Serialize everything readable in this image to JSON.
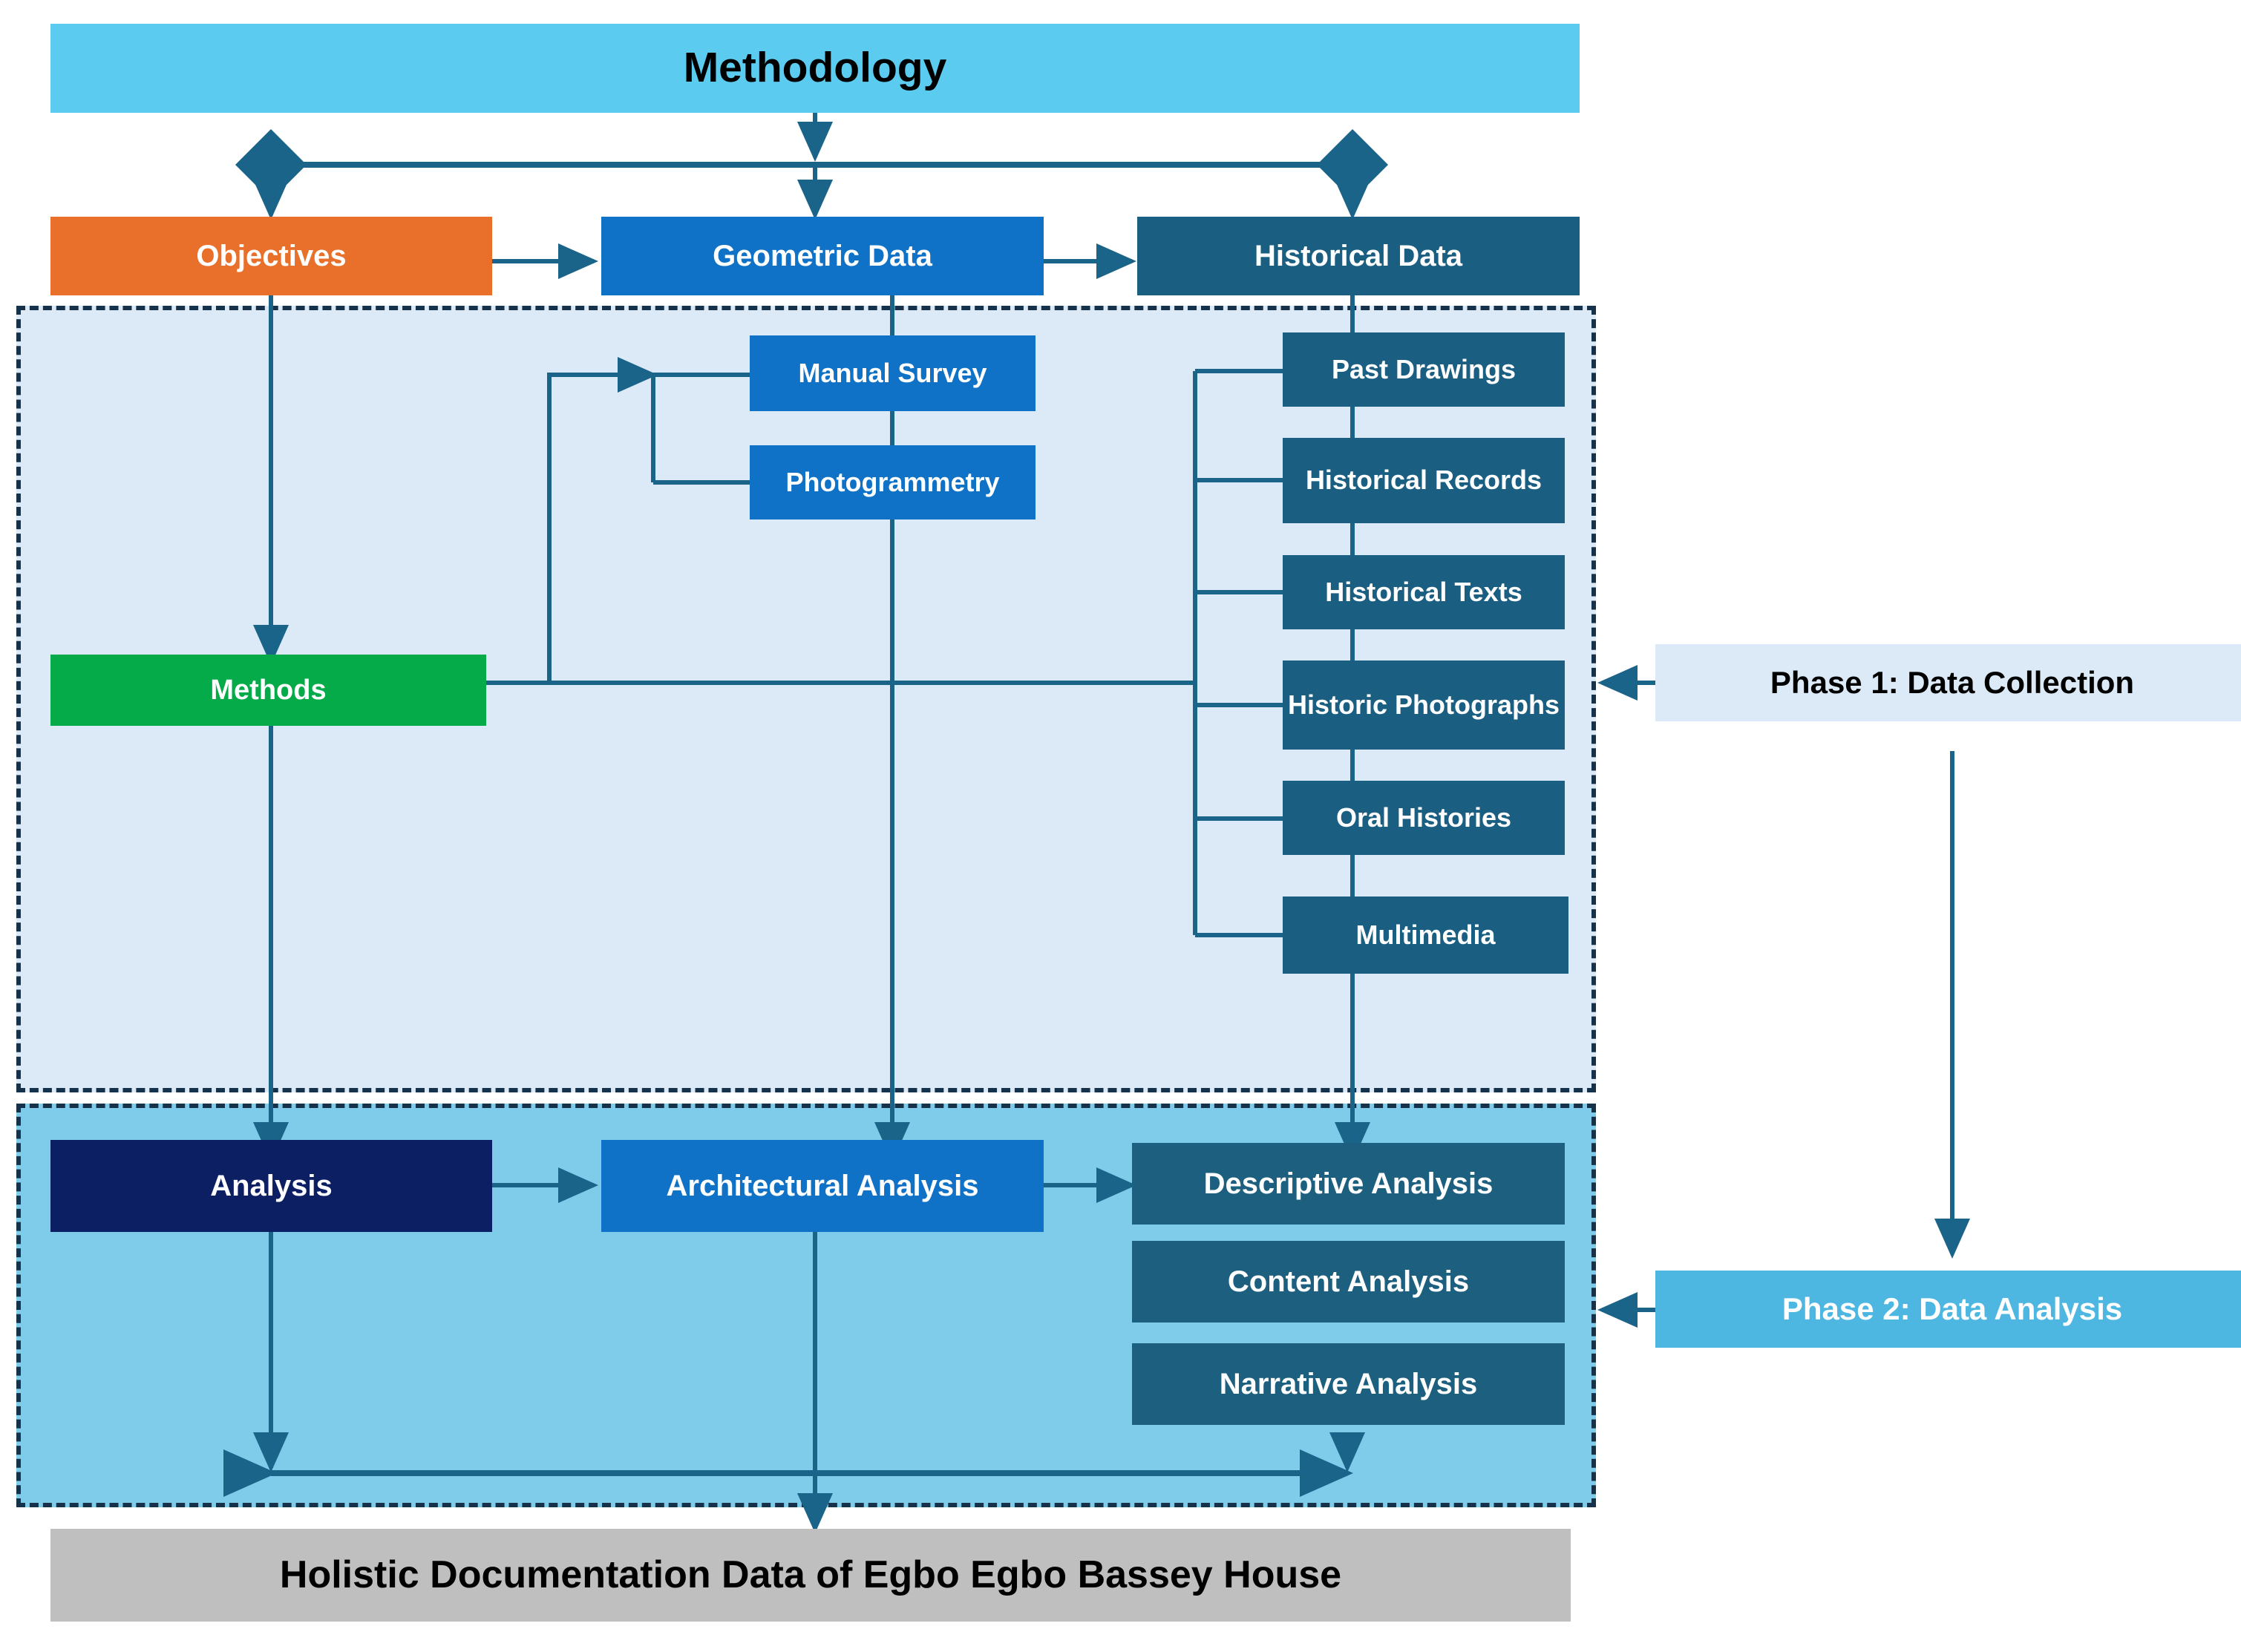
{
  "diagram": {
    "title": "Methodology",
    "footer": "Holistic Documentation Data of Egbo Egbo Bassey House",
    "colors": {
      "title_bar": "#5CCBF0",
      "objectives": "#E8702A",
      "geometric_data": "#1072C6",
      "historical_data": "#1A5F82",
      "methods": "#06AB49",
      "analysis": "#0D1F63",
      "phase1_zone": "#DCE9F6",
      "phase2_zone": "#7ECBEA",
      "connector": "#1A6389",
      "footer_bar": "#BFBFBF"
    },
    "top_row": {
      "objectives": "Objectives",
      "geometric_data": "Geometric Data",
      "historical_data": "Historical Data"
    },
    "methods": "Methods",
    "geometric_methods": [
      "Manual Survey",
      "Photogrammetry"
    ],
    "historical_sources": [
      "Past Drawings",
      "Historical Records",
      "Historical Texts",
      "Historic Photographs",
      "Oral Histories",
      "Multimedia"
    ],
    "analysis_row": {
      "analysis": "Analysis",
      "architectural_analysis": "Architectural Analysis"
    },
    "analysis_types": [
      "Descriptive Analysis",
      "Content Analysis",
      "Narrative Analysis"
    ],
    "phases": {
      "phase1": "Phase 1: Data Collection",
      "phase2": "Phase 2: Data Analysis"
    }
  }
}
